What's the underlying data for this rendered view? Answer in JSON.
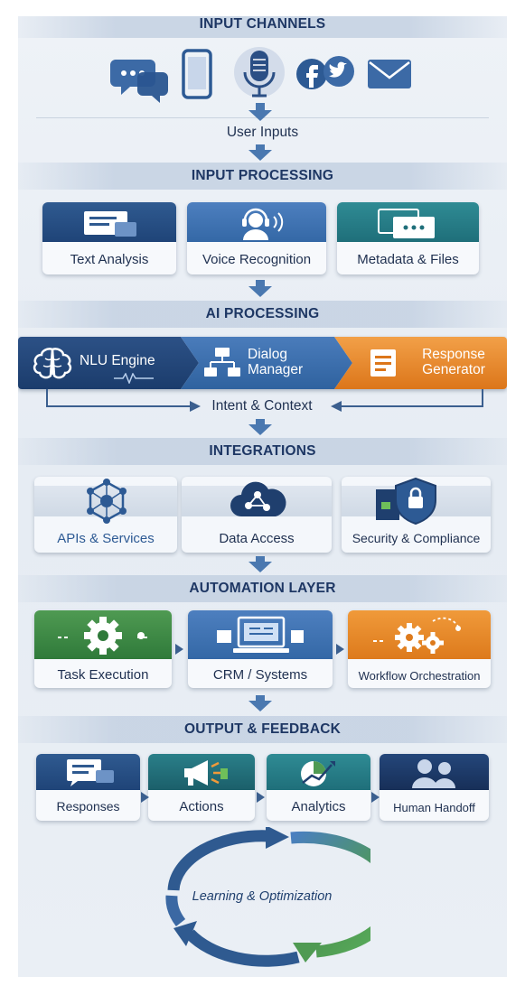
{
  "sections": {
    "input_channels": "INPUT CHANNELS",
    "input_processing": "INPUT PROCESSING",
    "ai_processing": "AI PROCESSING",
    "integrations": "INTEGRATIONS",
    "automation_layer": "AUTOMATION LAYER",
    "output_feedback": "OUTPUT & FEEDBACK"
  },
  "channels": {
    "icons": [
      "chat-bubbles-icon",
      "smartphone-icon",
      "microphone-icon",
      "social-media-icon",
      "email-icon"
    ],
    "label": "User Inputs"
  },
  "input_processing": {
    "cards": [
      {
        "label": "Text Analysis",
        "icon": "chat-window-icon",
        "color": "#2f5a90"
      },
      {
        "label": "Voice Recognition",
        "icon": "voice-headset-icon",
        "color": "#4d7fbf"
      },
      {
        "label": "Metadata & Files",
        "icon": "files-chat-icon",
        "color": "#2f8b94"
      }
    ]
  },
  "ai_processing": {
    "stages": [
      {
        "label": "NLU Engine",
        "icon": "brain-icon",
        "color": "#1f4478"
      },
      {
        "label": "Dialog Manager",
        "icon": "flowchart-icon",
        "color": "#3468a6"
      },
      {
        "label": "Response Generator",
        "icon": "document-icon",
        "color": "#dd7a1c"
      }
    ],
    "feedback_label": "Intent & Context"
  },
  "integrations": {
    "cards": [
      {
        "label": "APIs & Services",
        "icon": "network-hub-icon"
      },
      {
        "label": "Data Access",
        "icon": "cloud-network-icon"
      },
      {
        "label": "Security & Compliance",
        "icon": "shield-lock-icon"
      }
    ]
  },
  "automation": {
    "cards": [
      {
        "label": "Task Execution",
        "icon": "gear-icon",
        "color": "#2f7a3a"
      },
      {
        "label": "CRM / Systems",
        "icon": "computer-icon",
        "color": "#3468a6"
      },
      {
        "label": "Workflow Orchestration",
        "icon": "gears-icon",
        "color": "#dd7a1c"
      }
    ]
  },
  "output": {
    "cards": [
      {
        "label": "Responses",
        "icon": "chat-window-icon",
        "color": "#2f5a90"
      },
      {
        "label": "Actions",
        "icon": "megaphone-icon",
        "color": "#1f6f7a"
      },
      {
        "label": "Analytics",
        "icon": "chart-icon",
        "color": "#2f8b94"
      },
      {
        "label": "Human Handoff",
        "icon": "people-icon",
        "color": "#1f4478"
      }
    ]
  },
  "cycle": {
    "label": "Learning & Optimization",
    "colors": [
      "#2f5a90",
      "#4a7fc0",
      "#4f9a52"
    ]
  }
}
